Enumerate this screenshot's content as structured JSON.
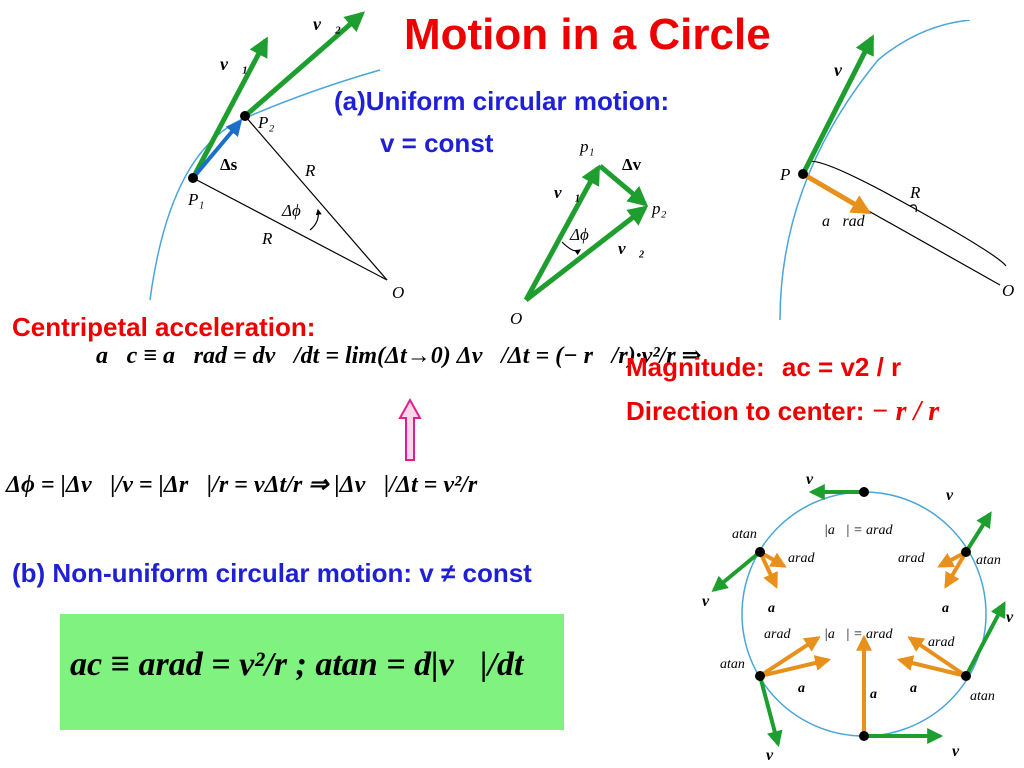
{
  "title": "Motion in a Circle",
  "section_a": {
    "heading": "(a)Uniform circular motion:",
    "condition": "v = const"
  },
  "diagram1_labels": {
    "v2": "v⃗₂",
    "v1": "v⃗₁",
    "p2": "P₂",
    "p1": "P₁",
    "ds": "Δs",
    "r_upper": "R",
    "r_lower": "R",
    "dphi": "Δϕ",
    "o": "O"
  },
  "diagram2_labels": {
    "p1": "p₁",
    "dv": "Δv⃗",
    "v1": "v⃗₁",
    "p2": "p₂",
    "dphi": "Δϕ",
    "v2": "v⃗₂",
    "o": "O"
  },
  "diagram3_labels": {
    "v": "v⃗",
    "p": "P",
    "r": "R",
    "arad": "a⃗rad",
    "o": "O"
  },
  "centripetal": {
    "heading": "Centripetal acceleration:",
    "equation1": "a⃗c ≡ a⃗rad = dv⃗/dt = lim(Δt→0) Δv⃗/Δt = (− r⃗/r)·v²/r ⇒",
    "equation2": "Δϕ = |Δv⃗|/v = |Δr⃗|/r = vΔt/r ⇒ |Δv⃗|/Δt = v²/r"
  },
  "magnitude": {
    "label": "Magnitude:",
    "formula": "ac = v2 / r"
  },
  "direction": {
    "label": "Direction to center:",
    "formula": "− r / r"
  },
  "section_b": {
    "heading": "(b) Non-uniform circular motion: v ≠ const",
    "formula": "ac ≡ arad = v²/r ; atan = d|v⃗|/dt"
  },
  "diagram4_labels": {
    "v": "v⃗",
    "a": "a⃗",
    "atan": "atan",
    "arad": "arad",
    "a_eq_arad": "|a⃗| = arad"
  },
  "colors": {
    "title": "#ee0000",
    "heading_blue": "#1f1fd6",
    "velocity_green": "#1e9e2e",
    "accel_orange": "#e8901c",
    "circle": "#4aa6d8",
    "box_green": "#7ff27f"
  }
}
